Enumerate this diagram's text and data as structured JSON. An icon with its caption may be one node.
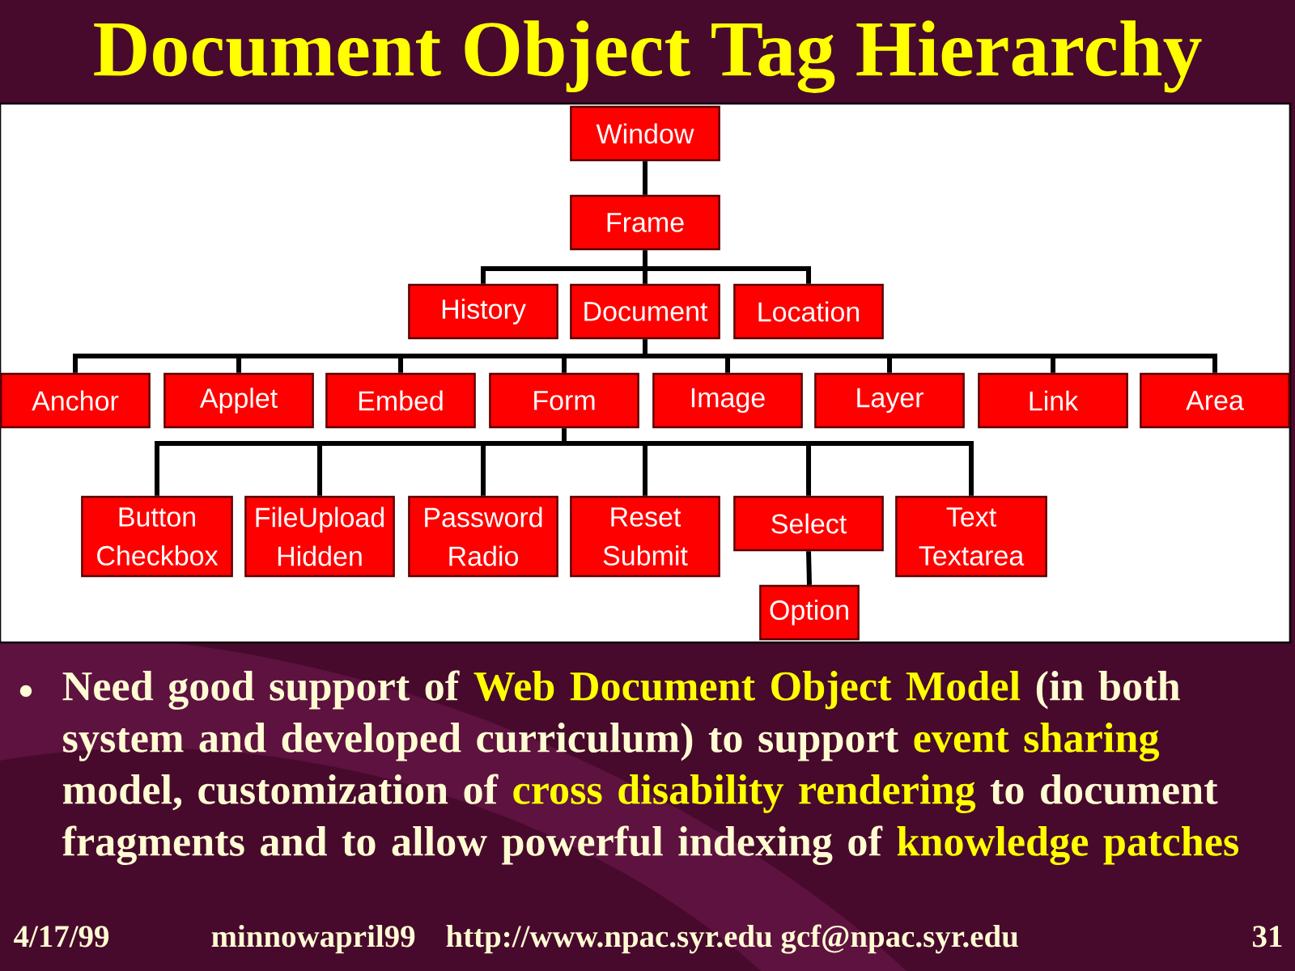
{
  "diagram": {
    "title": "Document Object Tag Hierarchy",
    "nodes": [
      {
        "text": [
          "Window"
        ]
      },
      {
        "text": [
          "Frame"
        ]
      },
      {
        "text": [
          "History"
        ]
      },
      {
        "text": [
          "Document"
        ]
      },
      {
        "text": [
          "Location"
        ]
      },
      {
        "text": [
          "Anchor"
        ]
      },
      {
        "text": [
          "Applet"
        ]
      },
      {
        "text": [
          "Embed"
        ]
      },
      {
        "text": [
          "Form"
        ]
      },
      {
        "text": [
          "Image"
        ]
      },
      {
        "text": [
          "Layer"
        ]
      },
      {
        "text": [
          "Link"
        ]
      },
      {
        "text": [
          "Area"
        ]
      },
      {
        "text": [
          "Button Checkbox"
        ]
      },
      {
        "text": [
          "FileUpload Hidden"
        ]
      },
      {
        "text": [
          "Password Radio"
        ]
      },
      {
        "text": [
          "Reset Submit"
        ]
      },
      {
        "text": [
          "Select"
        ]
      },
      {
        "text": [
          "Text Textarea"
        ]
      },
      {
        "text": [
          "Option"
        ]
      }
    ],
    "edges": [
      {
        "from": 0,
        "to": 1,
        "arrow": "none"
      },
      {
        "from": 1,
        "to": 2,
        "arrow": "none"
      },
      {
        "from": 1,
        "to": 3,
        "arrow": "none"
      },
      {
        "from": 1,
        "to": 4,
        "arrow": "none"
      },
      {
        "from": 3,
        "to": 5,
        "arrow": "none"
      },
      {
        "from": 3,
        "to": 6,
        "arrow": "none"
      },
      {
        "from": 3,
        "to": 7,
        "arrow": "none"
      },
      {
        "from": 3,
        "to": 8,
        "arrow": "none"
      },
      {
        "from": 3,
        "to": 9,
        "arrow": "none"
      },
      {
        "from": 3,
        "to": 10,
        "arrow": "none"
      },
      {
        "from": 3,
        "to": 11,
        "arrow": "none"
      },
      {
        "from": 3,
        "to": 12,
        "arrow": "none"
      },
      {
        "from": 8,
        "to": 13,
        "arrow": "none"
      },
      {
        "from": 8,
        "to": 14,
        "arrow": "none"
      },
      {
        "from": 8,
        "to": 15,
        "arrow": "none"
      },
      {
        "from": 8,
        "to": 16,
        "arrow": "none"
      },
      {
        "from": 8,
        "to": 17,
        "arrow": "none"
      },
      {
        "from": 8,
        "to": 18,
        "arrow": "none"
      },
      {
        "from": 17,
        "to": 19,
        "arrow": "none"
      }
    ],
    "labels": [
      "Need good support of **Web Document Object Model** (in both system and developed curriculum) to support **event sharing** model, customization of **cross disability rendering** to document fragments and to allow powerful indexing of **knowledge patches**",
      "4/17/99",
      "minnowapril99",
      "http://www.npac.syr.edu gcf@npac.syr.edu",
      "31"
    ]
  }
}
